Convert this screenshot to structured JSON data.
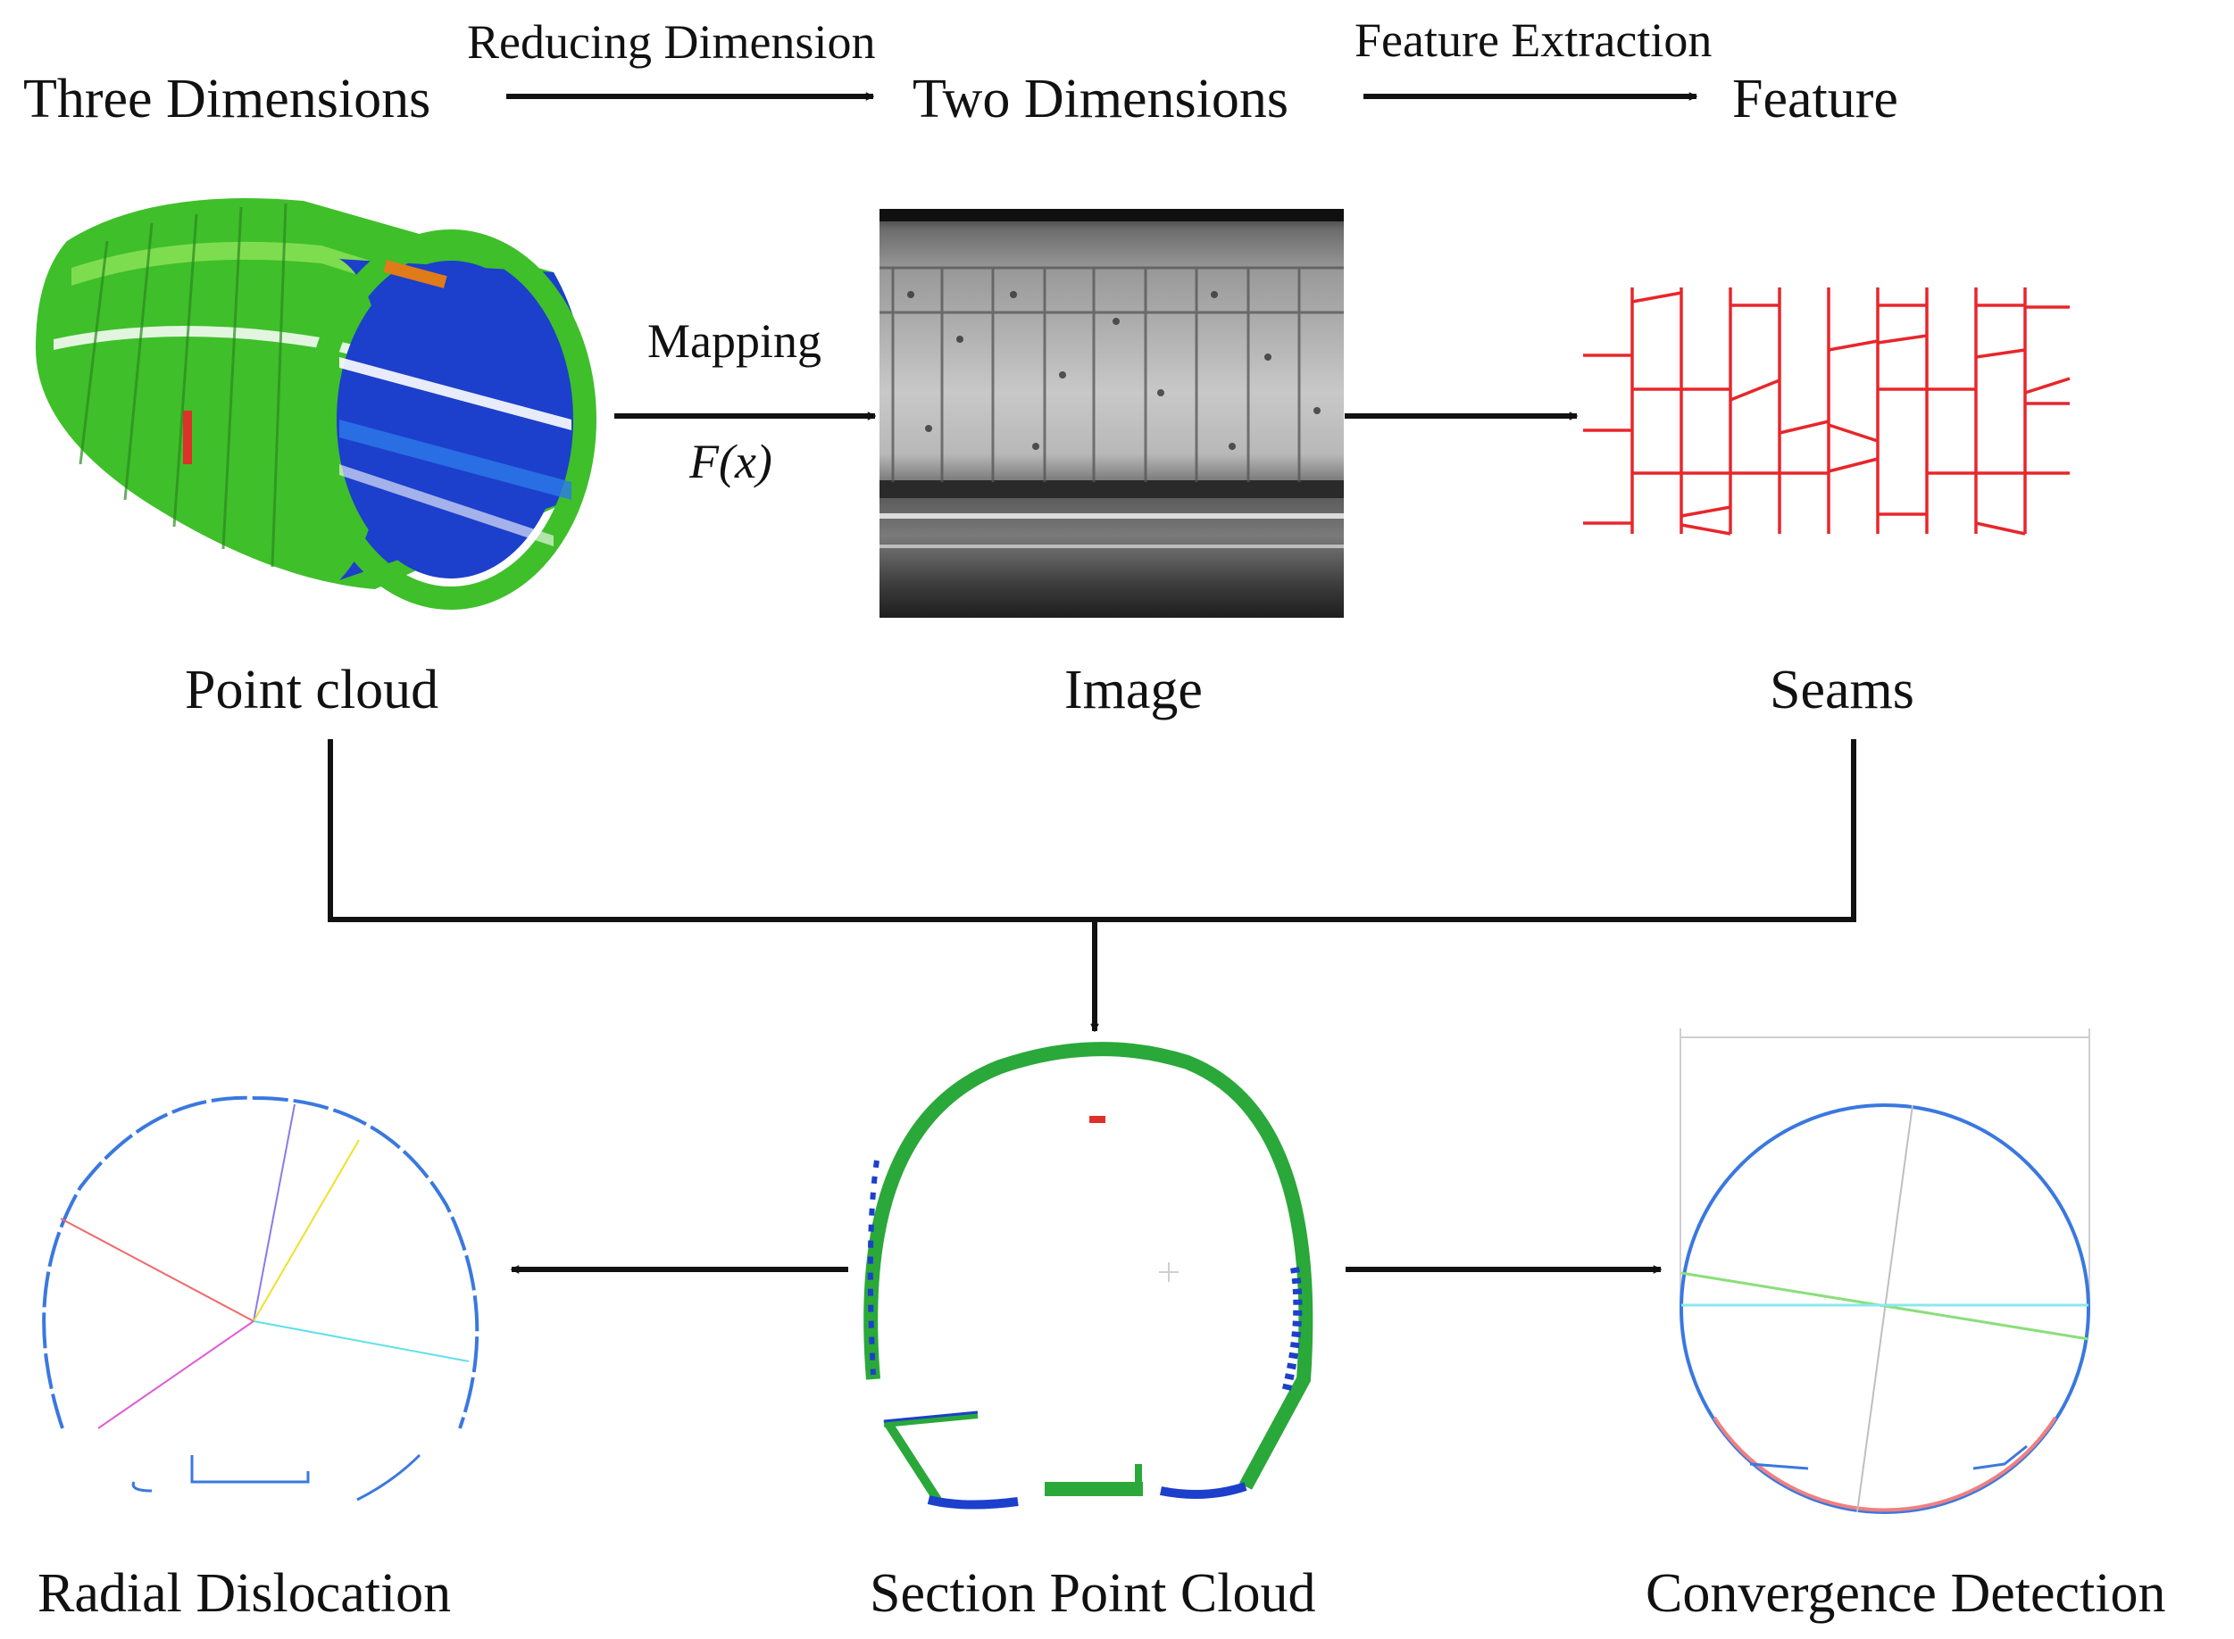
{
  "pipeline": {
    "stage1": "Three Dimensions",
    "step1": "Reducing Dimension",
    "stage2": "Two Dimensions",
    "step2": "Feature Extraction",
    "stage3": "Feature"
  },
  "mapping": {
    "label": "Mapping",
    "function": "F(x)"
  },
  "panels": {
    "point_cloud": "Point cloud",
    "image": "Image",
    "seams": "Seams",
    "section": "Section Point Cloud",
    "radial": "Radial Dislocation",
    "convergence": "Convergence Detection"
  },
  "colors": {
    "arrow": "#111111",
    "cloud_green": "#2ec02e",
    "cloud_blue": "#1a3fd0",
    "seam_red": "#e8262b",
    "ring_blue": "#3a78e0"
  }
}
